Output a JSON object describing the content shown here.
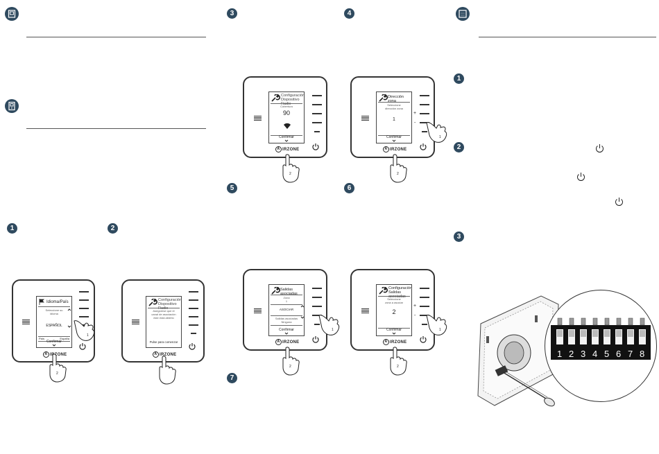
{
  "colors": {
    "accent": "#2f4a5f",
    "ink": "#222222",
    "device_border": "#333333"
  },
  "steps_left": [
    "1",
    "2"
  ],
  "steps_mid": [
    "3",
    "4",
    "5",
    "6",
    "7"
  ],
  "steps_right": [
    "1",
    "2",
    "3"
  ],
  "icons": {
    "header_1": "thermostat-square-icon",
    "header_2": "thermostat-plug-icon",
    "header_3": "board-square-icon"
  },
  "brand": "IRZONE",
  "device_1": {
    "title": "Idioma/País",
    "sub": "Seleccione su idioma",
    "value": "ESPAÑOL",
    "row_left": "País",
    "row_right": "España",
    "confirm": "Confirmar",
    "hand_finger": "1",
    "hand_finger_2": "2"
  },
  "device_2": {
    "title_1": "Configuración",
    "title_2": "Dispositivo Radio",
    "body_1": "Asegúrese que el",
    "body_2": "canal de asociación",
    "body_3": "este está abierto",
    "footer": "Pulse para comenzar"
  },
  "device_3": {
    "title_1": "Configuración",
    "title_2": "Dispositivo Radio",
    "sub": "Cobertura",
    "value": "90",
    "confirm": "Confirmar",
    "hand_finger": "2"
  },
  "device_4": {
    "title": "Dirección zona",
    "sub_1": "Seleccione",
    "sub_2": "dirección zona",
    "value": "1",
    "plus": "+",
    "minus": "-",
    "confirm": "Confirmar",
    "hand_finger": "1",
    "hand_finger_2": "2"
  },
  "device_5": {
    "title": "Salidas asociadas",
    "row_1_label": "Zona",
    "row_1_value": "1",
    "value": "ASOCIAR",
    "row_2_label": "Salidas asociadas",
    "row_2_value": "Ninguna",
    "confirm": "Confirmar",
    "hand_finger": "1",
    "hand_finger_2": "2"
  },
  "device_6": {
    "title_1": "Configuración",
    "title_2": "Salidas asociadas",
    "sub_1": "Seleccione",
    "sub_2": "zona a asociar",
    "value": "2",
    "plus": "+",
    "minus": "-",
    "confirm": "Confirmar",
    "hand_finger": "1",
    "hand_finger_2": "2"
  },
  "dip_switch": {
    "labels": [
      "1",
      "2",
      "3",
      "4",
      "5",
      "6",
      "7",
      "8"
    ]
  }
}
